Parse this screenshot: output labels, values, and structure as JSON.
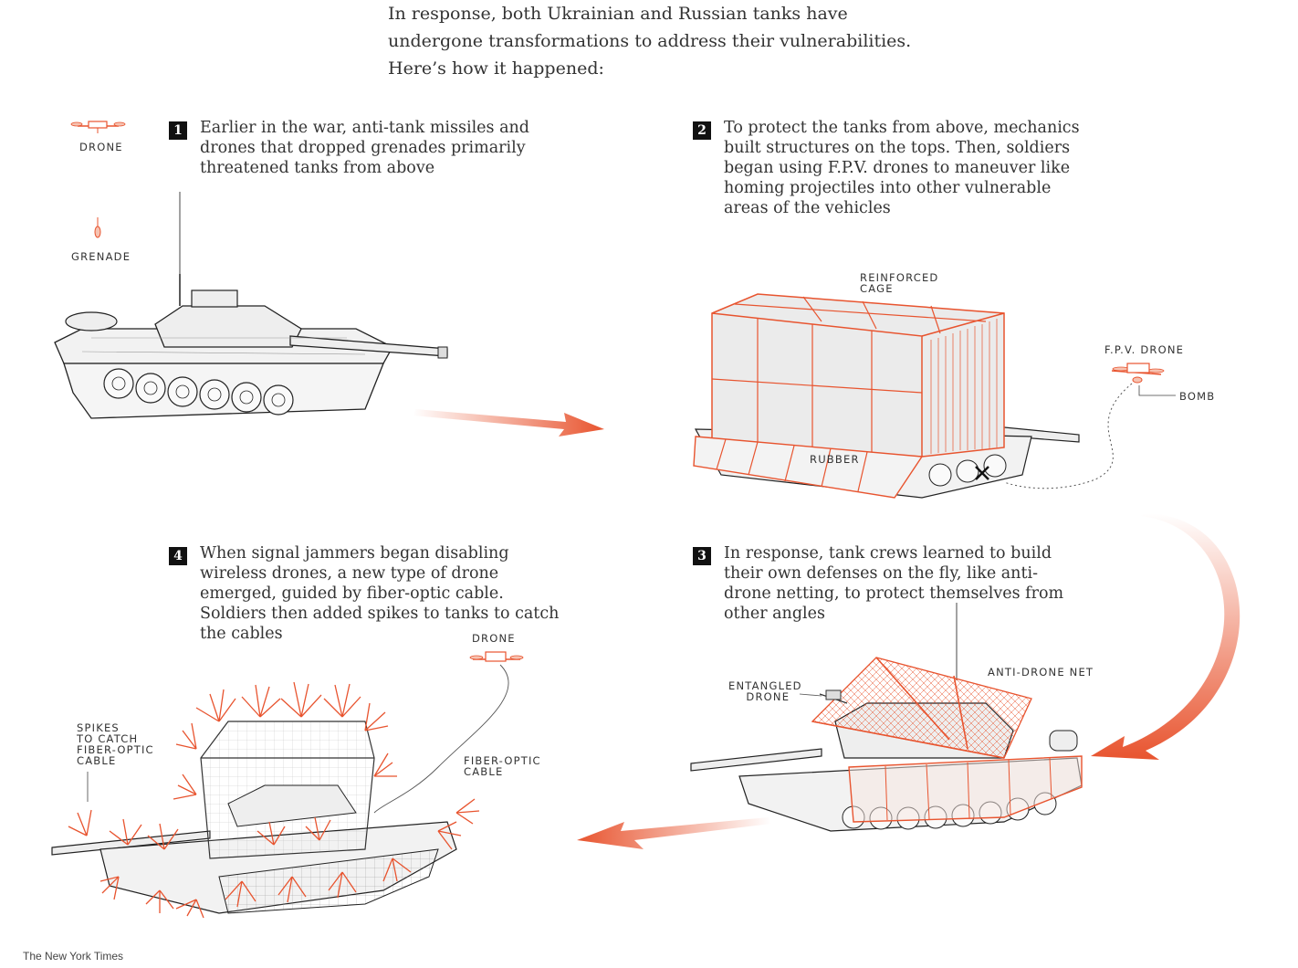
{
  "intro": "In response, both Ukrainian and Russian tanks have undergone transformations to address their vulnerabilities. Here’s how it happened:",
  "steps": [
    {
      "num": "1",
      "text": "Earlier in the war, anti-tank missiles and drones that dropped grenades primarily threatened tanks from above"
    },
    {
      "num": "2",
      "text": "To protect the tanks from above, mechanics built structures on the tops. Then, soldiers began using F.P.V. drones to maneuver like homing projectiles into other vulnerable areas of the vehicles"
    },
    {
      "num": "3",
      "text": "In response, tank crews learned to build their own defenses on the fly, like anti-drone netting, to protect themselves from other angles"
    },
    {
      "num": "4",
      "text": "When signal jammers began disabling wireless drones, a new type of drone emerged, guided by fiber-optic cable. Soldiers then added spikes to tanks to catch the cables"
    }
  ],
  "labels": {
    "drone1": "DRONE",
    "grenade": "GRENADE",
    "cage": "REINFORCED\nCAGE",
    "fpv": "F.P.V. DRONE",
    "bomb": "BOMB",
    "rubber": "RUBBER",
    "entangled": "ENTANGLED\n    DRONE",
    "net": "ANTI-DRONE NET",
    "drone4": "DRONE",
    "spikes": "SPIKES\nTO CATCH\nFIBER-OPTIC\nCABLE",
    "fiber": "FIBER-OPTIC\nCABLE"
  },
  "credit": "The New York Times",
  "colors": {
    "accent": "#e8542f",
    "ink": "#222222",
    "tank_fill": "#f2f2f2",
    "cage_fill": "#ececec"
  }
}
